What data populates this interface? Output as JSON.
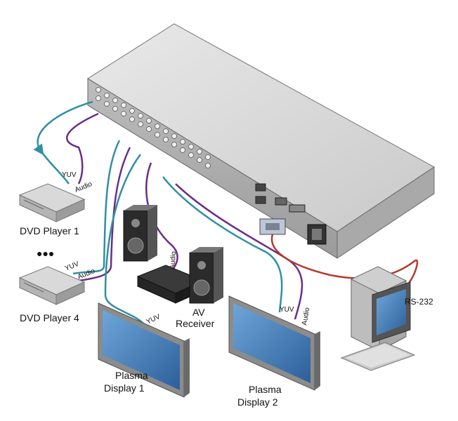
{
  "labels": {
    "dvd1": "DVD Player 1",
    "dvd4": "DVD Player 4",
    "ellipsis": "●●●",
    "av_line1": "AV",
    "av_line2": "Receiver",
    "plasma1_line1": "Plasma",
    "plasma1_line2": "Display 1",
    "plasma2_line1": "Plasma",
    "plasma2_line2": "Display 2",
    "rs232": "RS-232"
  },
  "cable_labels": {
    "yuv": "YUV",
    "audio": "Audio"
  },
  "colors": {
    "yuv_cable": "#2f8fa3",
    "audio_cable": "#6b2d86",
    "rs232_cable": "#b53a2a",
    "device_body": "#cfcfcf",
    "screen": "#3f7fbf"
  },
  "icons": [
    "dvd-player",
    "speaker",
    "av-receiver",
    "plasma-display",
    "pc-workstation",
    "matrix-switcher"
  ]
}
